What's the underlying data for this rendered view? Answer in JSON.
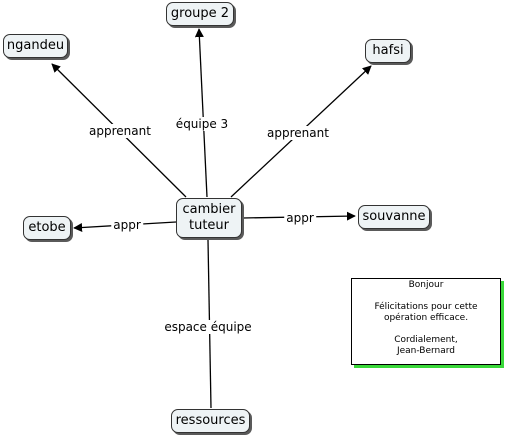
{
  "nodes": {
    "center": "cambier\ntuteur",
    "groupe2": "groupe 2",
    "ngandeu": "ngandeu",
    "hafsi": "hafsi",
    "etobe": "etobe",
    "souvanne": "souvanne",
    "ressources": "ressources"
  },
  "links": {
    "to_ngandeu": "apprenant",
    "to_groupe2": "équipe 3",
    "to_hafsi": "apprenant",
    "to_etobe": "appr",
    "to_souvanne": "appr",
    "to_ressources": "espace équipe"
  },
  "note": {
    "greeting": "Bonjour",
    "message": "Félicitations pour cette\nopération efficace.",
    "signature": "Cordialement,\nJean-Bernard"
  }
}
